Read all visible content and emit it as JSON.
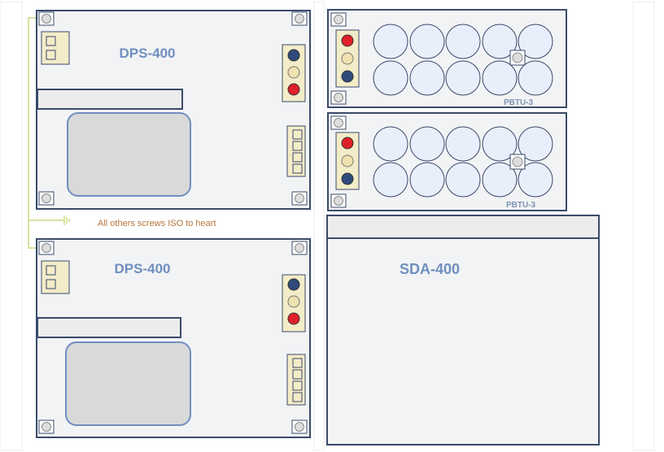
{
  "boards": {
    "dps_top": {
      "title": "DPS-400"
    },
    "dps_bottom": {
      "title": "DPS-400"
    },
    "pbtu_top": {
      "title": "PBTU-3"
    },
    "pbtu_bottom": {
      "title": "PBTU-3"
    },
    "sda": {
      "title": "SDA-400"
    }
  },
  "note": {
    "text": "All others screws  ISO to heart"
  },
  "colors": {
    "border": "#3a4a6a",
    "board_fill": "#f2f3f5",
    "panel_fill": "#d9d9d9",
    "panel_border": "#6f8fbf",
    "connector_fill": "#f3ecc8",
    "led_blue": "#2f4a7a",
    "led_cream": "#f0e1b0",
    "led_red": "#e0202a",
    "ground_wire": "#d6e3a0",
    "circle_fill": "#e9eefb"
  }
}
